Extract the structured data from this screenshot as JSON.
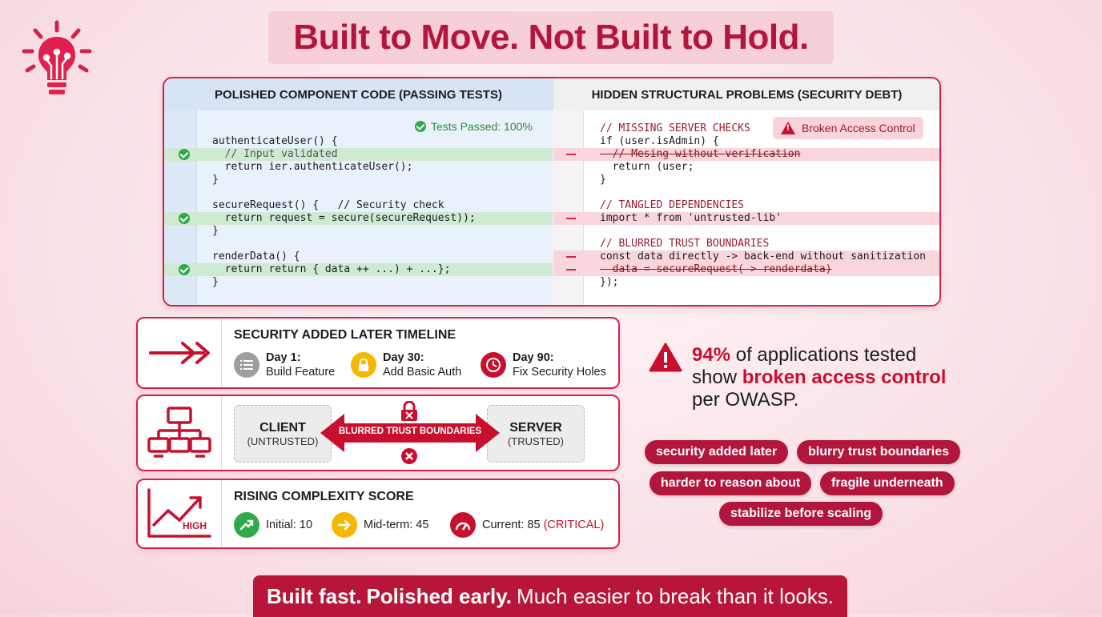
{
  "title": "Built to Move. Not Built to Hold.",
  "code_panel": {
    "left_header": "POLISHED COMPONENT CODE (PASSING TESTS)",
    "right_header": "HIDDEN STRUCTURAL PROBLEMS (SECURITY DEBT)",
    "tests_passed": "Tests Passed: 100%",
    "badge": "Broken Access Control",
    "left_lines": [
      "authenticateUser() {",
      "  // Input validated",
      "  return ier.authenticateUser();",
      "}",
      "secureRequest() {   // Security check",
      "  return request = secure(secureRequest));",
      "}",
      "renderData() {",
      "  return return { data ++ ...) + ...};",
      "}"
    ],
    "right_lines": [
      "// MISSING SERVER CHECKS",
      "if (user.isAdmin) {",
      "  // Mesing without verification",
      "  return (user;",
      "}",
      "// TANGLED DEPENDENCIES",
      "import * from 'untrusted-lib'",
      "// BLURRED TRUST BOUNDARIES",
      "const data directly -> back-end without sanitization",
      "  data = secureRequest( > renderdata)",
      "});"
    ]
  },
  "timeline": {
    "title": "SECURITY ADDED LATER TIMELINE",
    "steps": [
      {
        "day": "Day 1:",
        "label": "Build Feature"
      },
      {
        "day": "Day 30:",
        "label": "Add Basic Auth"
      },
      {
        "day": "Day 90:",
        "label": "Fix Security Holes"
      }
    ]
  },
  "trust": {
    "client_title": "CLIENT",
    "client_sub": "(UNTRUSTED)",
    "server_title": "SERVER",
    "server_sub": "(TRUSTED)",
    "arrow_label": "BLURRED TRUST BOUNDARIES"
  },
  "complexity": {
    "title": "RISING COMPLEXITY SCORE",
    "icon_label": "HIGH",
    "initial": "Initial: 10",
    "mid": "Mid-term: 45",
    "current": "Current: 85",
    "current_flag": "(CRITICAL)"
  },
  "stat": {
    "percent": "94%",
    "text_a": " of applications tested",
    "text_b": "show ",
    "highlight": "broken access control",
    "text_c": "per OWASP."
  },
  "tags": [
    "security added later",
    "blurry trust boundaries",
    "harder to reason about",
    "fragile underneath",
    "stabilize before scaling"
  ],
  "footer": {
    "bold_a": "Built fast.",
    "bold_b": "Polished early.",
    "rest": "Much easier to break than it looks."
  },
  "colors": {
    "accent": "#c8102e",
    "brand_dark": "#b3163c",
    "pass_green": "#2eaa4a"
  }
}
